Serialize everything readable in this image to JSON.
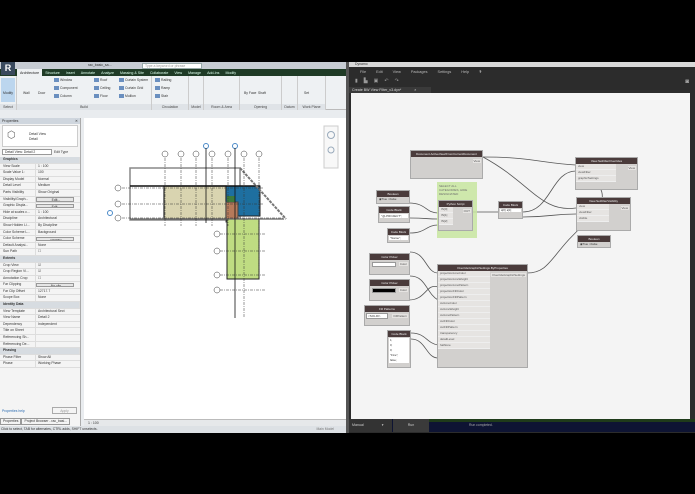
{
  "revit": {
    "file_name": "rac_basic_sa...",
    "search_placeholder": "Type a keyword or phrase",
    "tabs": [
      "Architecture",
      "Structure",
      "Insert",
      "Annotate",
      "Analyze",
      "Massing & Site",
      "Collaborate",
      "View",
      "Manage",
      "Add-Ins",
      "Modify"
    ],
    "ribbon": {
      "modify": "Modify",
      "wall": "Wall",
      "door": "Door",
      "window": "Window",
      "component": "Component",
      "column": "Column",
      "roof": "Roof",
      "ceiling": "Ceiling",
      "floor": "Floor",
      "curtain_system": "Curtain System",
      "curtain_grid": "Curtain Grid",
      "mullion": "Mullion",
      "railing": "Railing",
      "ramp": "Ramp",
      "stair": "Stair",
      "by_face": "By Face",
      "shaft": "Shaft",
      "set": "Set",
      "groups": [
        "Select",
        "Build",
        "Circulation",
        "Model",
        "Room & Area",
        "Opening",
        "Datum",
        "Work Plane"
      ]
    },
    "properties": {
      "title": "Properties",
      "type_name": "Detail View",
      "type_sub": "Detail",
      "selector": "Detail View: Detail 2",
      "edit_type": "Edit Type",
      "rows": [
        {
          "k": "Graphics",
          "v": "",
          "sec": true
        },
        {
          "k": "View Scale",
          "v": "1 : 100"
        },
        {
          "k": "Scale Value 1:",
          "v": "100"
        },
        {
          "k": "Display Model",
          "v": "Normal"
        },
        {
          "k": "Detail Level",
          "v": "Medium"
        },
        {
          "k": "Parts Visibility",
          "v": "Show Original"
        },
        {
          "k": "Visibility/Graph...",
          "v": "Edit...",
          "btn": true
        },
        {
          "k": "Graphic Displa...",
          "v": "Edit...",
          "btn": true
        },
        {
          "k": "Hide at scales c...",
          "v": "1 : 100"
        },
        {
          "k": "Discipline",
          "v": "Architectural"
        },
        {
          "k": "Show Hidden Li...",
          "v": "By Discipline"
        },
        {
          "k": "Color Scheme L...",
          "v": "Background"
        },
        {
          "k": "Color Scheme",
          "v": "<none>",
          "btn": true
        },
        {
          "k": "Default Analysi...",
          "v": "None"
        },
        {
          "k": "Sun Path",
          "v": "☐"
        },
        {
          "k": "Extents",
          "v": "",
          "sec": true
        },
        {
          "k": "Crop View",
          "v": "☑"
        },
        {
          "k": "Crop Region Vi...",
          "v": "☑"
        },
        {
          "k": "Annotation Crop",
          "v": "☐"
        },
        {
          "k": "Far Clipping",
          "v": "No clip",
          "btn": true
        },
        {
          "k": "Far Clip Offset",
          "v": "12717.7"
        },
        {
          "k": "Scope Box",
          "v": "None"
        },
        {
          "k": "Identity Data",
          "v": "",
          "sec": true
        },
        {
          "k": "View Template",
          "v": "Architectural Sect"
        },
        {
          "k": "View Name",
          "v": "Detail 2"
        },
        {
          "k": "Dependency",
          "v": "Independent"
        },
        {
          "k": "Title on Sheet",
          "v": ""
        },
        {
          "k": "Referencing Sh...",
          "v": ""
        },
        {
          "k": "Referencing De...",
          "v": ""
        },
        {
          "k": "Phasing",
          "v": "",
          "sec": true
        },
        {
          "k": "Phase Filter",
          "v": "Show All"
        },
        {
          "k": "Phase",
          "v": "Working Phase"
        }
      ],
      "help_link": "Properties help",
      "apply": "Apply"
    },
    "bottom_tabs": [
      "Properties",
      "Project Browser - rac_basi..."
    ],
    "view_scale": "1 : 100",
    "status_text": "Click to select, TAB for alternates, CTRL adds, SHIFT unselects.",
    "main_model": "Main Model"
  },
  "dynamo": {
    "title": "Dynamo",
    "menu": [
      "File",
      "Edit",
      "View",
      "Packages",
      "Settings",
      "Help",
      "?"
    ],
    "file_tab": "Create BW View Filter_v3.dyn*",
    "group_note": "SELECT ALL CATEGORIES, HIDE DESIGNATED",
    "nodes": {
      "active_view": {
        "title": "Document.ActiveView/FromCurrentDocument",
        "out": "View"
      },
      "boolean1": {
        "title": "Boolean",
        "true": "True",
        "false": "False"
      },
      "code1": {
        "title": "Code Block",
        "code": "\"@-PROJECT\";"
      },
      "code2": {
        "title": "Code Block",
        "code": "\"Name\";"
      },
      "python": {
        "title": "Python Script",
        "inputs": [
          "IN[0]",
          "IN[1]",
          "IN[2]"
        ],
        "out": "OUT"
      },
      "code3": {
        "title": "Code Block",
        "code": "a[0]; a[1];"
      },
      "set_overrides": {
        "title": "View.SetFilterOverrides",
        "inputs": [
          "view",
          "viewFilter",
          "graphicSettings"
        ],
        "out": "View"
      },
      "set_visibility": {
        "title": "View.SetFilterVisibility",
        "inputs": [
          "view",
          "viewFilter",
          "visible"
        ],
        "out": "View"
      },
      "boolean2": {
        "title": "Boolean",
        "true": "True",
        "false": "False"
      },
      "color1": {
        "title": "Color Picker",
        "out": "Color"
      },
      "color2": {
        "title": "Color Picker",
        "out": "Color"
      },
      "fill": {
        "title": "Fill Patterns",
        "value": "<SOLID>",
        "out": "FillPattern"
      },
      "code4": {
        "title": "Code Block",
        "lines": [
          "1;",
          "0;",
          "0;",
          "\"Fine\";",
          "false;"
        ]
      },
      "ogs": {
        "title": "OverrideGraphicSettings.ByProperties",
        "inputs": [
          "projectionLineColor",
          "projectionLineWeight",
          "projectionLinePattern",
          "projectionFillColor",
          "projectionFillPattern",
          "cutLineColor",
          "cutLineWeight",
          "cutLinePattern",
          "cutFillColor",
          "cutFillPattern",
          "transparency",
          "detailLevel",
          "halftone"
        ],
        "out": "OverrideGraphicSettings"
      }
    },
    "run_mode": "Manual",
    "run": "Run",
    "run_status": "Run completed."
  },
  "colors": {
    "revit_tab_bar": "#1f3b26",
    "dynamo_bg": "#2c2c2c",
    "node_header": "#4a3b3b",
    "group": "#c8e6a0",
    "room_tan": "#d9d4b0",
    "room_blue": "#1e6fa0",
    "room_green": "#bfdc82"
  }
}
